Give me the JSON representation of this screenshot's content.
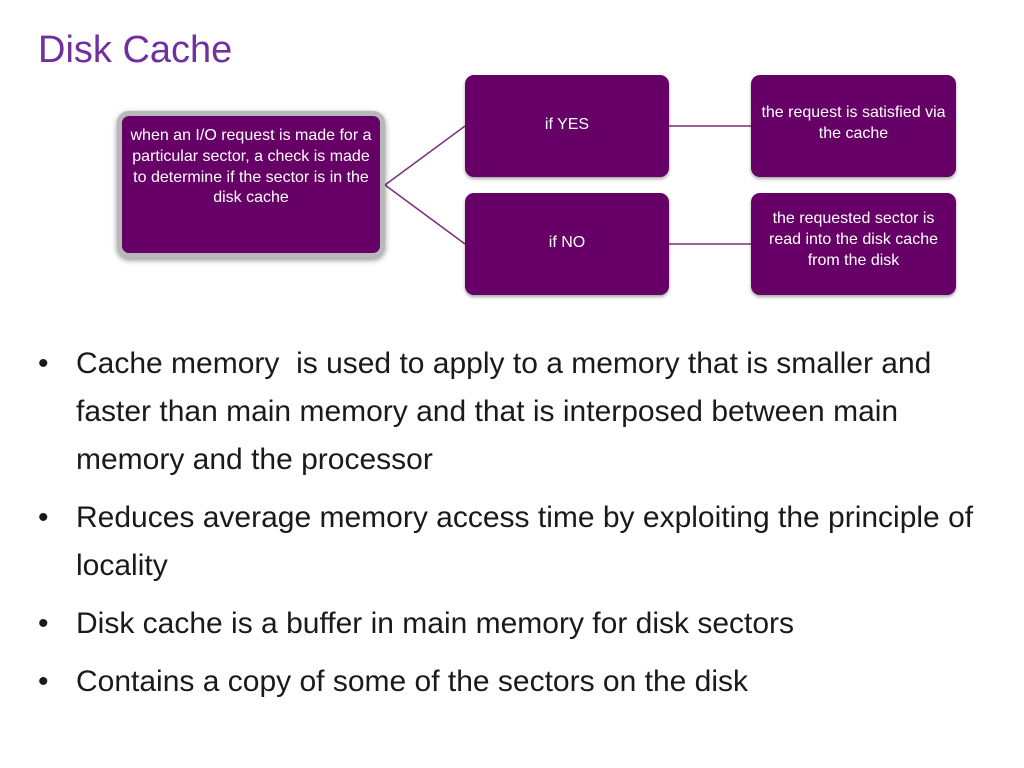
{
  "slide": {
    "title": "Disk Cache"
  },
  "diagram": {
    "root": "when an I/O request is made for a particular sector, a check is made to determine if the sector is in the disk cache",
    "branch_yes": "if YES",
    "branch_no": "if NO",
    "result_yes": "the request is satisfied via the cache",
    "result_no": "the requested sector is read into the disk cache from the disk",
    "colors": {
      "node_fill": "#660066",
      "root_border": "#b8b8b8",
      "connector": "#7a2e7a",
      "title": "#7030a0"
    }
  },
  "bullets": [
    "Cache memory  is used to apply to a memory that is smaller and faster than main memory and that is interposed between main memory and the processor",
    "Reduces average memory access time by exploiting the principle of locality",
    "Disk cache is a buffer in main memory for disk sectors",
    "Contains a copy of some of the sectors on the disk"
  ],
  "bullet_glyph": "•"
}
